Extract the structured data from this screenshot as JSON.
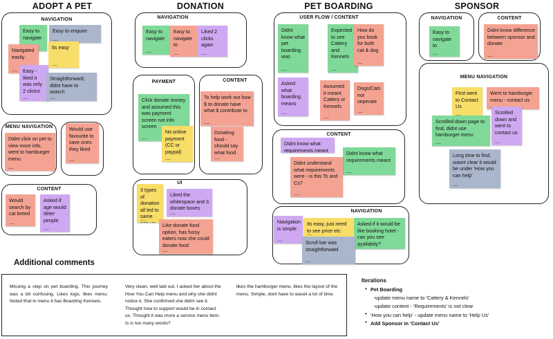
{
  "titles": {
    "adopt": "ADOPT A PET",
    "donation": "DONATION",
    "boarding": "PET BOARDING",
    "sponsor": "SPONSOR"
  },
  "labels": {
    "adopt_nav": "NAVIGATION",
    "adopt_menu": "MENU NAVIGATION",
    "adopt_content": "CONTENT",
    "don_nav": "NAVIGATION",
    "don_payment": "PAYMENT",
    "don_content": "CONTENT",
    "don_ui": "UI",
    "board_userflow": "USER FLOW / CONTENT",
    "board_content": "CONTENT",
    "board_nav": "NAVIGATION",
    "sp_nav": "NAVIGATION",
    "sp_content": "CONTENT",
    "sp_menu": "MENU NAVIGATION"
  },
  "notes": {
    "a1": "Easy to navigate",
    "a2": "Easy to enquire",
    "a3": "Navigated easily",
    "a4": "Its easy",
    "a5": "Easy - liked it was only 2 clicks!",
    "a6": "Straightforward, didnt have to search",
    "a7": "Didnt click on pet to view more info, went to hamburger menu",
    "a8": "Would use favourite to save ones they liked",
    "a9": "Would search by cat breed",
    "a10": "Asked if age would deter people",
    "d1": "Easy to navigate",
    "d2": "Easy to navigate to",
    "d3": "Liked 2 clicks again",
    "d4": "Click donate money and assumed this was payment screen not info screen",
    "d5": "No online payment (CC or paypal)",
    "d6": "To help work out how $ to donate have what $ contribute to",
    "d7": "Donating food - should say what food",
    "d8": "3 types of donation all led to same pop up screen",
    "d9": "Liked the whitespace and 3 donate boxes",
    "d10": "Like donate food option, has fussy eaters now she could donate food",
    "b1": "Didnt know what pet boarding was",
    "b2": "Expected to see Cattery and Kennels",
    "b3": "How do you book for both cat & dog",
    "b4": "Asked what boarding means",
    "b5": "Assumed it meant Cattery or Kennels",
    "b6": "Dogs/Cats not seperate",
    "b7": "Didnt know what requirements meant",
    "b8": "Didnt know what requirements meant",
    "b9": "Didnt understand what requirements were - is this Ts and Cs?",
    "b10": "Navigation is simple",
    "b11": "Its easy, just need to see price etc",
    "b12": "Asked if it would be like booking hotel - can you see availabity?",
    "b13": "Scroll bar was straightforwatd",
    "s1": "Easy to navigate to",
    "s2": "Didnt know difference between sponsor and donate",
    "s3": "First went to Contact Us",
    "s4": "Went to hamburger menu - contact us",
    "s5": "Scrolled down and went to contact us",
    "s6": "Scrolled down page to find, didnt use hamburger menu",
    "s7": "Long time to find, wasnt clear it would be under 'How you can help'"
  },
  "comments": {
    "heading": "Additional comments",
    "c1": "Missing a step on pet boarding. This journey was a bit confusing. Likes logo, likes menu. Noted that in menu it has Boarding Kennels.",
    "c2": "Very clean, well laid out. I asked her about the How You Can Help menu and why she didnt notice it. She confirmed she didnt see it. Thought how to support would be in contact us. Thought it was more a service menu item. Is is too many words?",
    "c3": "likes the hamburger menu, likes the layout of the menu. Simple, dont have to waset a lot of time."
  },
  "iterations": {
    "title": "Iterations",
    "l1": "Pet Boarding",
    "l2": "-update menu name to 'Cattery & Kennels'",
    "l3": "-update content - 'Requirements' is not clear",
    "l4": "'How you can help' - update menu name to 'Help Us'",
    "l5": "Add Sponsor in 'Contact Us'"
  }
}
